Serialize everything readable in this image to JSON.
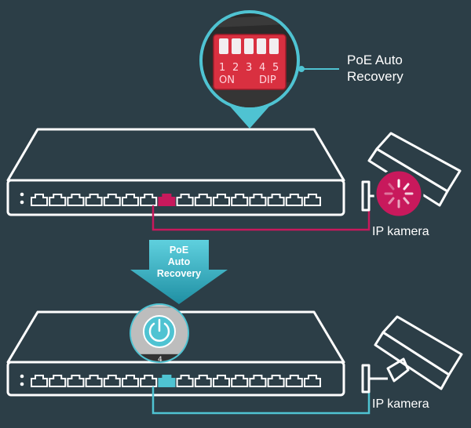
{
  "callout": {
    "line1": "PoE Auto",
    "line2": "Recovery"
  },
  "arrow_label": {
    "line1": "PoE",
    "line2": "Auto",
    "line3": "Recovery"
  },
  "camera_top_label": "IP kamera",
  "camera_bottom_label": "IP kamera",
  "dip_switch": {
    "numbers": [
      "1",
      "2",
      "3",
      "4",
      "5"
    ],
    "on_text": "ON",
    "dip_text": "DIP"
  },
  "port_number": "4",
  "colors": {
    "background": "#2c3e47",
    "accent_teal": "#4fc3d2",
    "accent_magenta": "#c8195c",
    "dip_red": "#d93040"
  },
  "icons": [
    "ethernet-port-icon",
    "power-recovery-icon",
    "loading-spinner-icon",
    "security-camera-icon",
    "down-arrow-icon"
  ]
}
